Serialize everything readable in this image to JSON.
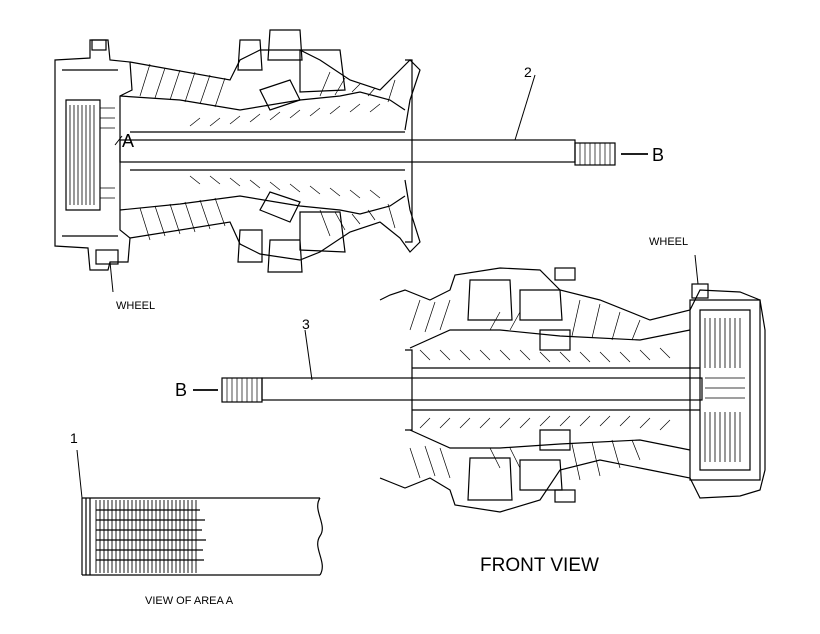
{
  "labels": {
    "callout_2": "2",
    "callout_3": "3",
    "callout_1": "1",
    "letter_a": "A",
    "letter_b_top": "B",
    "letter_b_bottom": "B",
    "wheel_top": "WHEEL",
    "wheel_bottom": "WHEEL",
    "front_view": "FRONT VIEW",
    "view_of_area_a": "VIEW OF AREA A"
  },
  "colors": {
    "line": "#000000",
    "background": "#ffffff"
  }
}
